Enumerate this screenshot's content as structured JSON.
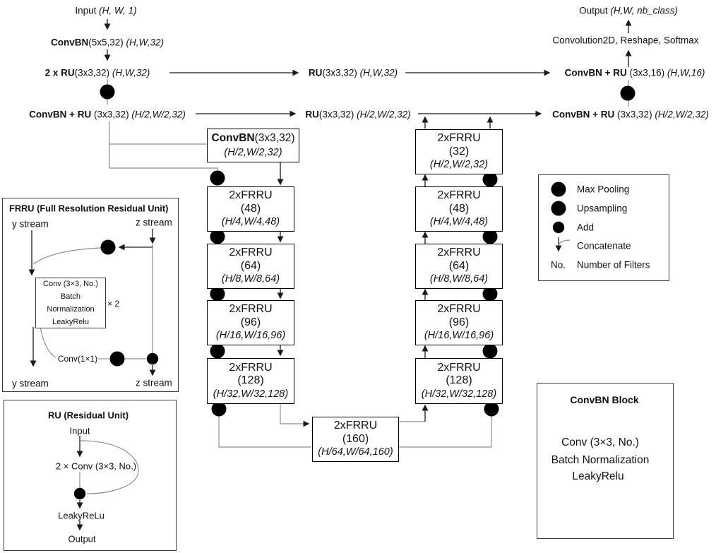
{
  "colors": {
    "ink": "#111111",
    "connector_gray": "#8f8f8f",
    "box_border": "#000000"
  },
  "top_left": {
    "input": {
      "r": "Input ",
      "i": "(H, W, 1)"
    },
    "convbn": {
      "b": "ConvBN",
      "r": "(5x5,32) ",
      "i": "(H,W,32)"
    },
    "ru2": {
      "b": "2 x RU",
      "r": "(3x3,32) ",
      "i": "(H,W,32)"
    },
    "convbn_ru": {
      "b": "ConvBN + RU ",
      "r": "(3x3,32) ",
      "i": "(H/2,W/2,32)"
    }
  },
  "top_mid": {
    "ru_full": {
      "b": "RU",
      "r": "(3x3,32) ",
      "i": "(H,W,32)"
    },
    "ru_half": {
      "b": "RU",
      "r": "(3x3,32) ",
      "i": "(H/2,W/2,32)"
    }
  },
  "top_right": {
    "output": {
      "r": "Output ",
      "i": "(H,W, nb_class)"
    },
    "softmax": "Convolution2D, Reshape, Softmax",
    "convbn_ru16": {
      "b": "ConvBN + RU ",
      "r": "(3x3,16) ",
      "i": "(H,W,16)"
    },
    "convbn_ru32": {
      "b": "ConvBN + RU ",
      "r": "(3x3,32) ",
      "i": "(H/2,W/2,32)"
    }
  },
  "encoder": {
    "convbn_box": {
      "b": "ConvBN",
      "r": "(3x3,32)",
      "i": "(H/2,W/2,32)"
    },
    "boxes": [
      {
        "l1": "2xFRRU",
        "l2": "(48)",
        "l3": "(H/4,W/4,48)"
      },
      {
        "l1": "2xFRRU",
        "l2": "(64)",
        "l3": "(H/8,W/8,64)"
      },
      {
        "l1": "2xFRRU",
        "l2": "(96)",
        "l3": "(H/16,W/16,96)"
      },
      {
        "l1": "2xFRRU",
        "l2": "(128)",
        "l3": "(H/32,W/32,128)"
      }
    ]
  },
  "bottleneck": {
    "l1": "2xFRRU",
    "l2": "(160)",
    "l3": "(H/64,W/64,160)"
  },
  "decoder": {
    "boxes": [
      {
        "l1": "2xFRRU",
        "l2": "(32)",
        "l3": "(H/2,W/2,32)"
      },
      {
        "l1": "2xFRRU",
        "l2": "(48)",
        "l3": "(H/4,W/4,48)"
      },
      {
        "l1": "2xFRRU",
        "l2": "(64)",
        "l3": "(H/8,W/8,64)"
      },
      {
        "l1": "2xFRRU",
        "l2": "(96)",
        "l3": "(H/16,W/16,96)"
      },
      {
        "l1": "2xFRRU",
        "l2": "(128)",
        "l3": "(H/32,W/32,128)"
      }
    ]
  },
  "legend": {
    "no_symbol": "No.",
    "items": [
      {
        "icon": "max-pooling-icon",
        "label": "Max Pooling"
      },
      {
        "icon": "upsampling-icon",
        "label": "Upsampling"
      },
      {
        "icon": "add-icon",
        "label": "Add"
      },
      {
        "icon": "concatenate-icon",
        "label": "Concatenate"
      },
      {
        "icon": "number-text",
        "label": "Number of Filters"
      }
    ]
  },
  "frru_panel": {
    "title": "FRRU (Full Resolution Residual Unit)",
    "y_stream_in": "y stream",
    "z_stream_in": "z stream",
    "inner": [
      "Conv (3×3, No.)",
      "Batch Normalization",
      "LeakyRelu"
    ],
    "times2": "× 2",
    "conv1x1": "Conv(1×1)",
    "y_stream_out": "y stream",
    "z_stream_out": "z stream"
  },
  "ru_panel": {
    "title": "RU (Residual Unit)",
    "input": "Input",
    "conv": "2 × Conv (3×3, No.)",
    "leaky": "LeakyReLu",
    "output": "Output"
  },
  "convbn_panel": {
    "title": "ConvBN Block",
    "lines": [
      "Conv (3×3, No.)",
      "Batch Normalization",
      "LeakyRelu"
    ]
  }
}
